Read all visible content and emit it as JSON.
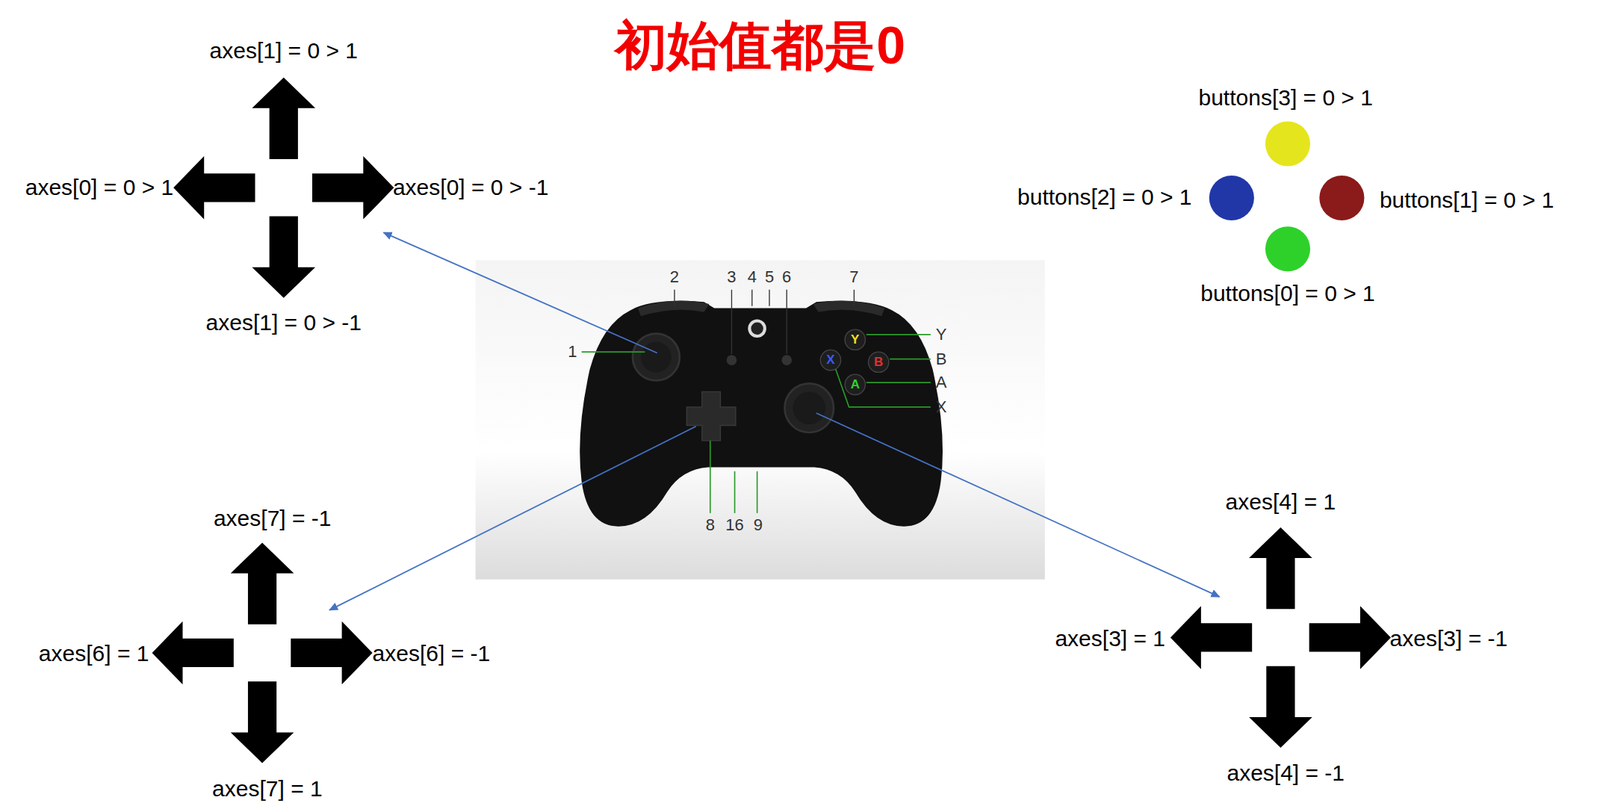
{
  "diagram": {
    "title": "初始值都是0",
    "labels": [
      "axes[1] = 0 > 1",
      "axes[0] = 0 > 1",
      "axes[0] = 0 > -1",
      "axes[1] = 0 > -1",
      "buttons[3] = 0 > 1",
      "buttons[2] = 0 > 1",
      "buttons[1] = 0 > 1",
      "buttons[0] = 0 > 1",
      "2",
      "3",
      "4",
      "5",
      "6",
      "7",
      "1",
      "Y",
      "B",
      "A",
      "X",
      "8",
      "16",
      "9",
      "Y",
      "B",
      "A",
      "X",
      "axes[7] = -1",
      "axes[6] = 1",
      "axes[6] = -1",
      "axes[7] = 1",
      "axes[4] = 1",
      "axes[3] = 1",
      "axes[3] = -1",
      "axes[4] = -1"
    ]
  }
}
